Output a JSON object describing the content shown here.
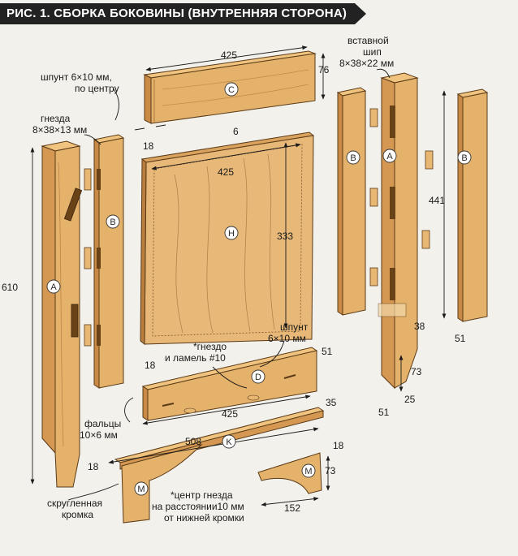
{
  "title": "РИС. 1. СБОРКА БОКОВИНЫ (ВНУТРЕННЯЯ СТОРОНА)",
  "colors": {
    "wood_face": "#e4b26a",
    "wood_side": "#c88a45",
    "wood_dark": "#8f5a22",
    "panel": "#e7b877",
    "outline": "#5a3a18",
    "background": "#f3f1ec"
  },
  "parts": {
    "a": "A",
    "b": "B",
    "c": "C",
    "d": "D",
    "h": "H",
    "k": "K",
    "m": "M"
  },
  "labels": {
    "groove_l1": "шпунт 6×10 мм,",
    "groove_l2": "по центру",
    "mortises_l1": "гнезда",
    "mortises_l2": "8×38×13 мм",
    "tenon_l1": "вставной",
    "tenon_l2": "шип",
    "tenon_l3": "8×38×22 мм",
    "groove2_l1": "шпунт",
    "groove2_l2": "6×10 мм",
    "lamel_l1": "*гнездо",
    "lamel_l2": "и ламель #10",
    "rabbet_l1": "фальцы",
    "rabbet_l2": "10×6 мм",
    "rounded_l1": "скругленная",
    "rounded_l2": "кромка",
    "note_l1": "*центр гнезда",
    "note_l2": "на расстоянии10 мм",
    "note_l3": "от нижней кромки"
  },
  "dimensions": {
    "c_length": "425",
    "c_height": "76",
    "c_thick": "18",
    "h_groove": "6",
    "h_width": "425",
    "h_height": "333",
    "a_length": "610",
    "b_length": "441",
    "a_foot_w": "38",
    "b_width": "51",
    "a_taper": "73",
    "a_foot": "25",
    "a_width": "51",
    "d_height": "51",
    "d_thick": "18",
    "d_length": "425",
    "k_width": "35",
    "k_length": "508",
    "k_thick": "18",
    "m_thick": "18",
    "m_height": "73",
    "m_length": "152"
  }
}
